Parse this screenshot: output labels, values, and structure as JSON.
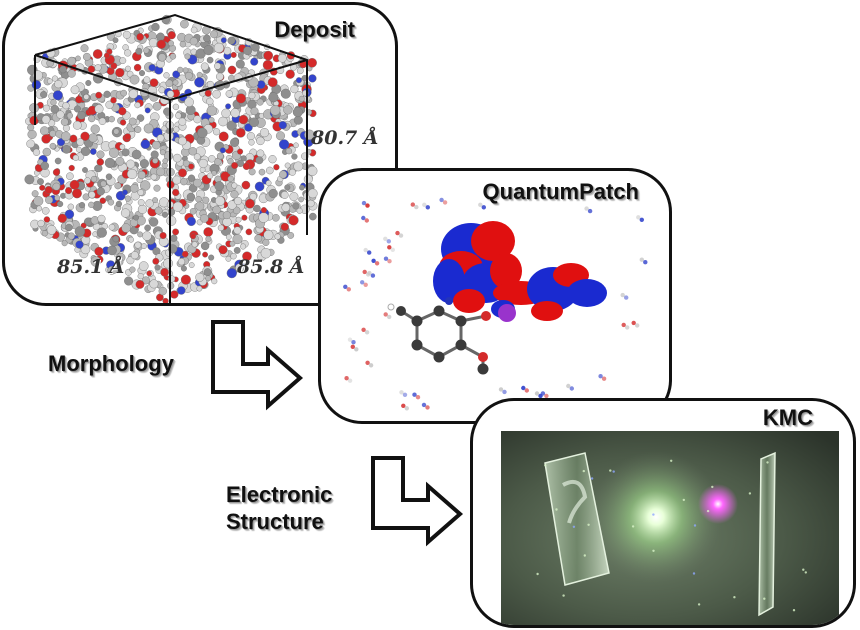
{
  "panels": {
    "deposit": {
      "title": "Deposit",
      "dimensions": {
        "right": "80.7 Å",
        "front": "85.1 Å",
        "depth": "85.8 Å"
      }
    },
    "quantum_patch": {
      "title": "QuantumPatch"
    },
    "kmc": {
      "title": "KMC"
    }
  },
  "flow": {
    "step_1": "Morphology",
    "step_2_line_1": "Electronic",
    "step_2_line_2": "Structure"
  },
  "colors": {
    "outline": "#111111",
    "atom_carbon": "#b8b8b8",
    "atom_oxygen": "#d42a2a",
    "atom_nitrogen": "#3344cc",
    "orbital_positive": "#e01010",
    "orbital_negative": "#1a2ad0",
    "kmc_background": "#3f4a3c",
    "kmc_glow_green": "#e8ffd8",
    "kmc_glow_magenta": "#ff66ff"
  },
  "icons": [
    "step-arrow-icon"
  ]
}
